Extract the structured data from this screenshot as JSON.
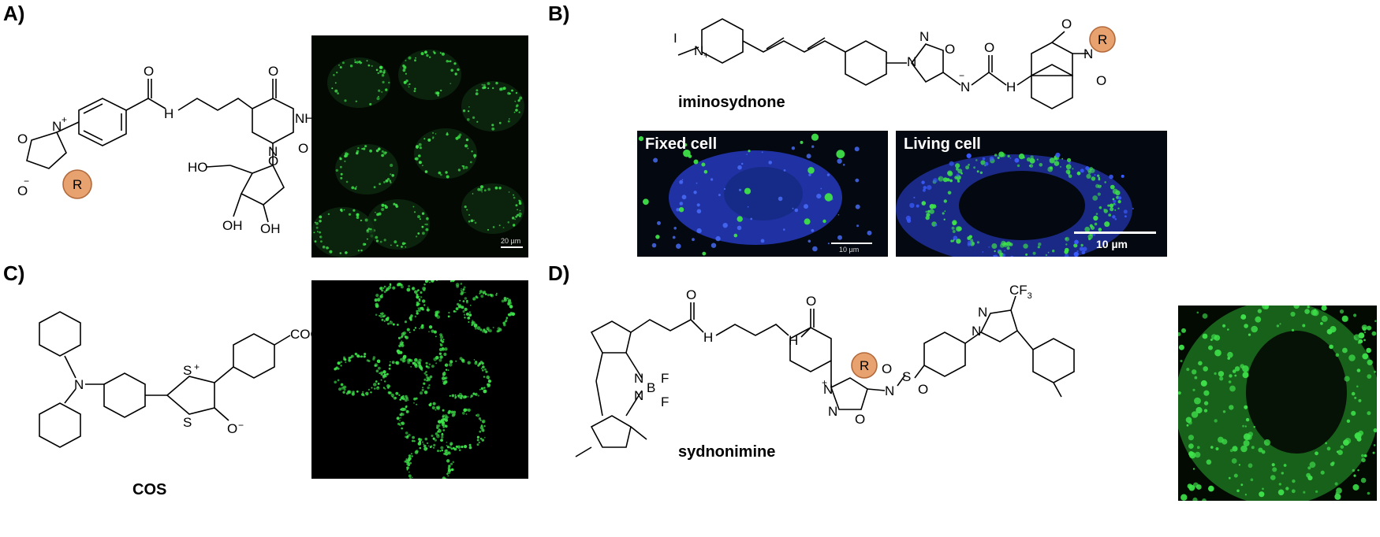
{
  "panels": {
    "a": {
      "label": "A)",
      "atoms": {
        "o_carbonyl": "O",
        "nh_amide": "H",
        "n": "N",
        "o_ring1": "O",
        "o_ring2": "O",
        "nh_ring": "NH",
        "o_top": "O",
        "o_right": "O",
        "n_ring": "N",
        "ho": "HO",
        "o_sugar": "O",
        "oh1": "OH",
        "oh2": "OH",
        "r": "R",
        "plus": "+",
        "minus": "−"
      },
      "scale_label": "20 µm"
    },
    "b": {
      "label": "B)",
      "name": "iminosydnone",
      "atoms": {
        "i": "I",
        "n_pyr": "N",
        "n1": "N",
        "n2": "N",
        "o_ring": "O",
        "n_imine": "N",
        "o_urea": "O",
        "nh": "H",
        "n_imide": "N",
        "o_top": "O",
        "o_bottom": "O",
        "r": "R",
        "plus": "+",
        "minus": "−"
      },
      "fixed": {
        "label": "Fixed cell",
        "scale_label": "10 µm"
      },
      "living": {
        "label": "Living cell",
        "scale_label": "10 µm"
      }
    },
    "c": {
      "label": "C)",
      "name": "COS",
      "atoms": {
        "n": "N",
        "s1": "S",
        "s2": "S",
        "o": "O",
        "cooh": "COOH",
        "plus": "+",
        "minus": "−"
      }
    },
    "d": {
      "label": "D)",
      "name": "sydnonimine",
      "atoms": {
        "n1": "N",
        "n2": "N",
        "b": "B",
        "f1": "F",
        "f2": "F",
        "o_amide1": "O",
        "nh1": "H",
        "nh2": "H",
        "o_amide2": "O",
        "n_ring1": "N",
        "n_ring2": "N",
        "o_ring": "O",
        "n_imine": "N",
        "s": "S",
        "o1": "O",
        "o2": "O",
        "n_pz1": "N",
        "n_pz2": "N",
        "cf3": "CF",
        "sub3": "3",
        "r": "R",
        "plus": "+"
      }
    }
  },
  "colors": {
    "fluor_green": "#3ee04a",
    "nucleus_blue": "#2a3fd6",
    "r_group": "#e8a26f"
  }
}
